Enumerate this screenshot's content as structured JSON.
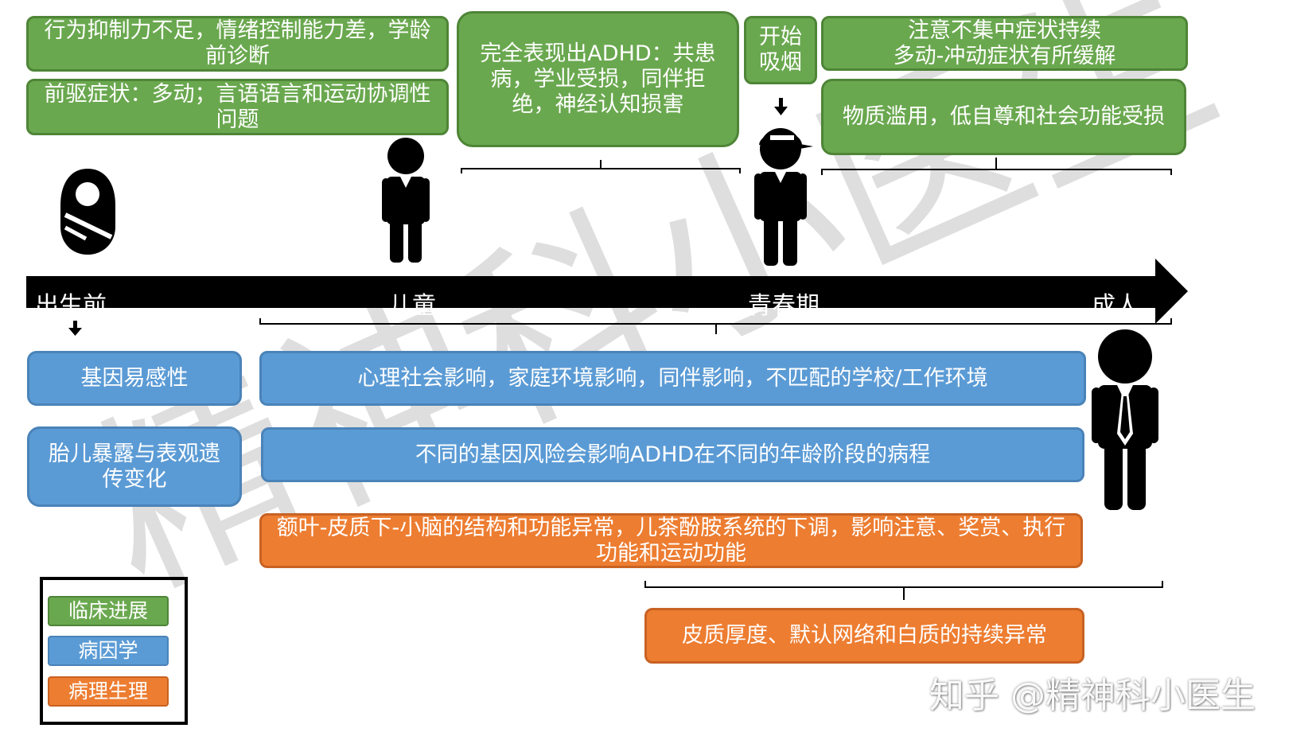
{
  "timeline": {
    "labels": [
      "出生前",
      "儿童",
      "青春期",
      "成人"
    ]
  },
  "clinical": {
    "box1": "行为抑制力不足，情绪控制能力差，学龄前诊断",
    "box2": "前驱症状：多动；言语语言和运动协调性问题",
    "box3": "完全表现出ADHD：共患病，学业受损，同伴拒绝，神经认知损害",
    "box4": "开始吸烟",
    "box5": "注意不集中症状持续\n多动-冲动症状有所缓解",
    "box6": "物质滥用，低自尊和社会功能受损"
  },
  "etiology": {
    "box1": "基因易感性",
    "box2": "胎儿暴露与表观遗传变化",
    "box3": "心理社会影响，家庭环境影响，同伴影响，不匹配的学校/工作环境",
    "box4": "不同的基因风险会影响ADHD在不同的年龄阶段的病程"
  },
  "pathophysiology": {
    "box1": "额叶-皮质下-小脑的结构和功能异常，儿茶酚胺系统的下调，影响注意、奖赏、执行功能和运动功能",
    "box2": "皮质厚度、默认网络和白质的持续异常"
  },
  "legend": {
    "clinical": "临床进展",
    "etiology": "病因学",
    "pathophysiology": "病理生理"
  },
  "colors": {
    "clinical": "#6aa84f",
    "etiology": "#5b9bd5",
    "pathophysiology": "#ed7d31",
    "timeline": "#000000"
  },
  "watermark": {
    "diagonal": "精神科小医生",
    "corner": "知乎 @精神科小医生"
  },
  "icons": [
    "baby-icon",
    "child-icon",
    "teen-cap-icon",
    "adult-tie-icon"
  ]
}
